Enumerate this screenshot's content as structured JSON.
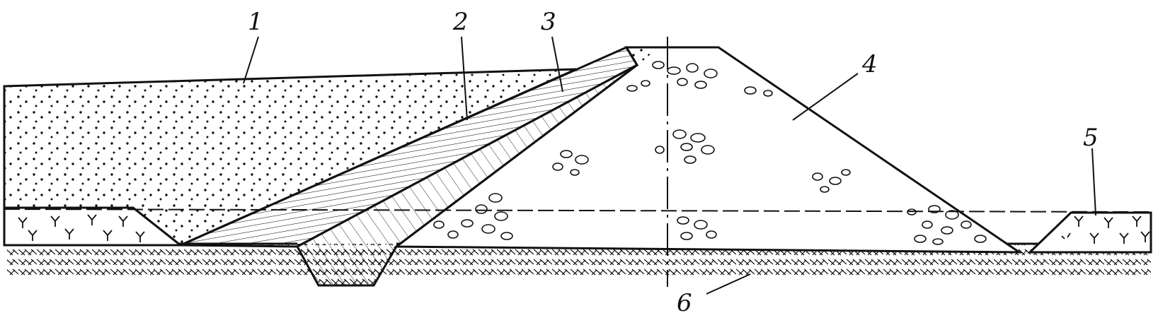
{
  "figure": {
    "labels": [
      "1",
      "2",
      "3",
      "4",
      "5",
      "6"
    ]
  },
  "legend_markers": {
    "sand_fill": "1",
    "filter_layer": "2",
    "core_zone": "3",
    "rockfill": "4",
    "peat": "5",
    "foundation_soil": "6"
  },
  "colors": {
    "ink": "#111111",
    "paper": "#ffffff"
  }
}
